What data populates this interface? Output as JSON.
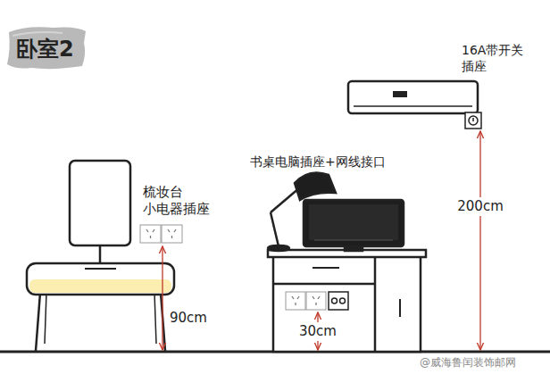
{
  "diagram": {
    "title": "卧室2",
    "labels": [
      "梳妆台 小电器插座",
      "书桌电脑插座+网线接口",
      "16A带开关 插座",
      "90cm",
      "30cm",
      "200cm",
      "@威海鲁闰装饰邮网"
    ]
  }
}
